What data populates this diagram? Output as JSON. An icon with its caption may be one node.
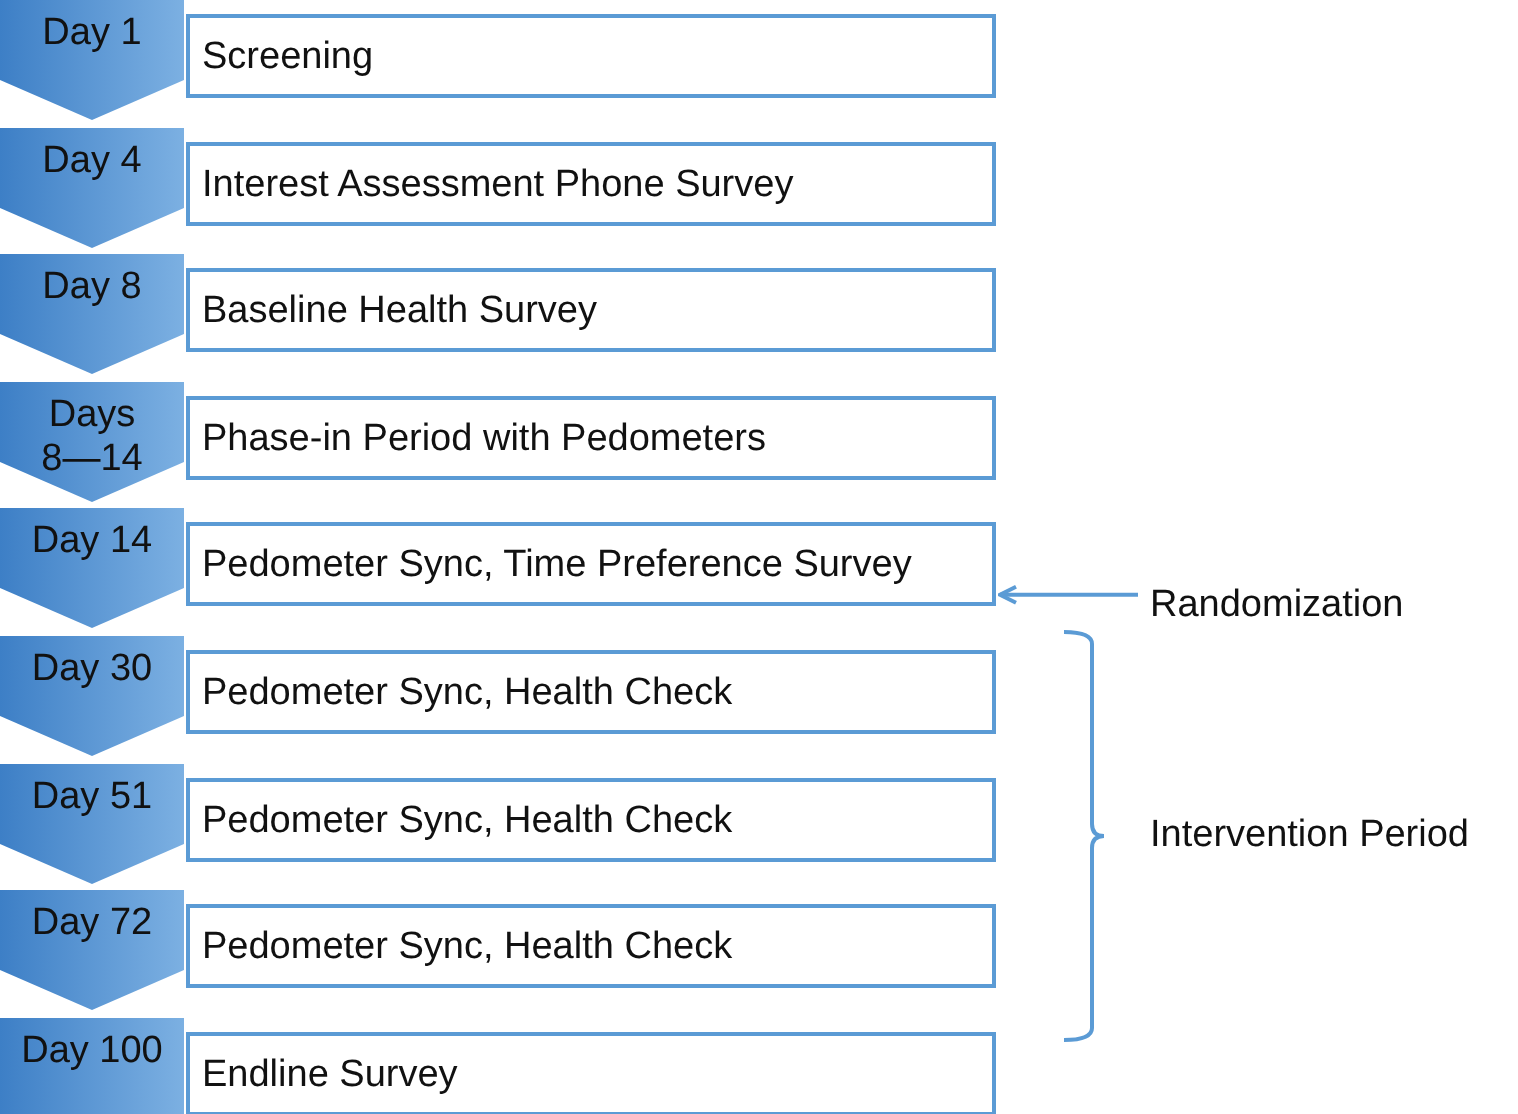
{
  "diagram": {
    "nodes": [
      {
        "text": [
          "Day 1"
        ]
      },
      {
        "text": [
          "Screening"
        ]
      },
      {
        "text": [
          "Day 4"
        ]
      },
      {
        "text": [
          "Interest Assessment Phone Survey"
        ]
      },
      {
        "text": [
          "Day 8"
        ]
      },
      {
        "text": [
          "Baseline Health Survey"
        ]
      },
      {
        "text": [
          "Days 8—14"
        ]
      },
      {
        "text": [
          "Phase-in Period with Pedometers"
        ]
      },
      {
        "text": [
          "Day 14"
        ]
      },
      {
        "text": [
          "Pedometer Sync, Time Preference Survey"
        ]
      },
      {
        "text": [
          "Day 30"
        ]
      },
      {
        "text": [
          "Pedometer Sync, Health Check"
        ]
      },
      {
        "text": [
          "Day 51"
        ]
      },
      {
        "text": [
          "Pedometer Sync, Health Check"
        ]
      },
      {
        "text": [
          "Day 72"
        ]
      },
      {
        "text": [
          "Pedometer Sync, Health Check"
        ]
      },
      {
        "text": [
          "Day 100"
        ]
      },
      {
        "text": [
          "Endline Survey"
        ]
      },
      {
        "text": [
          "Randomization"
        ]
      }
    ],
    "edges": [
      {
        "from": 18,
        "to": 9,
        "arrow": "to"
      }
    ],
    "labels": [
      "Intervention Period"
    ]
  }
}
